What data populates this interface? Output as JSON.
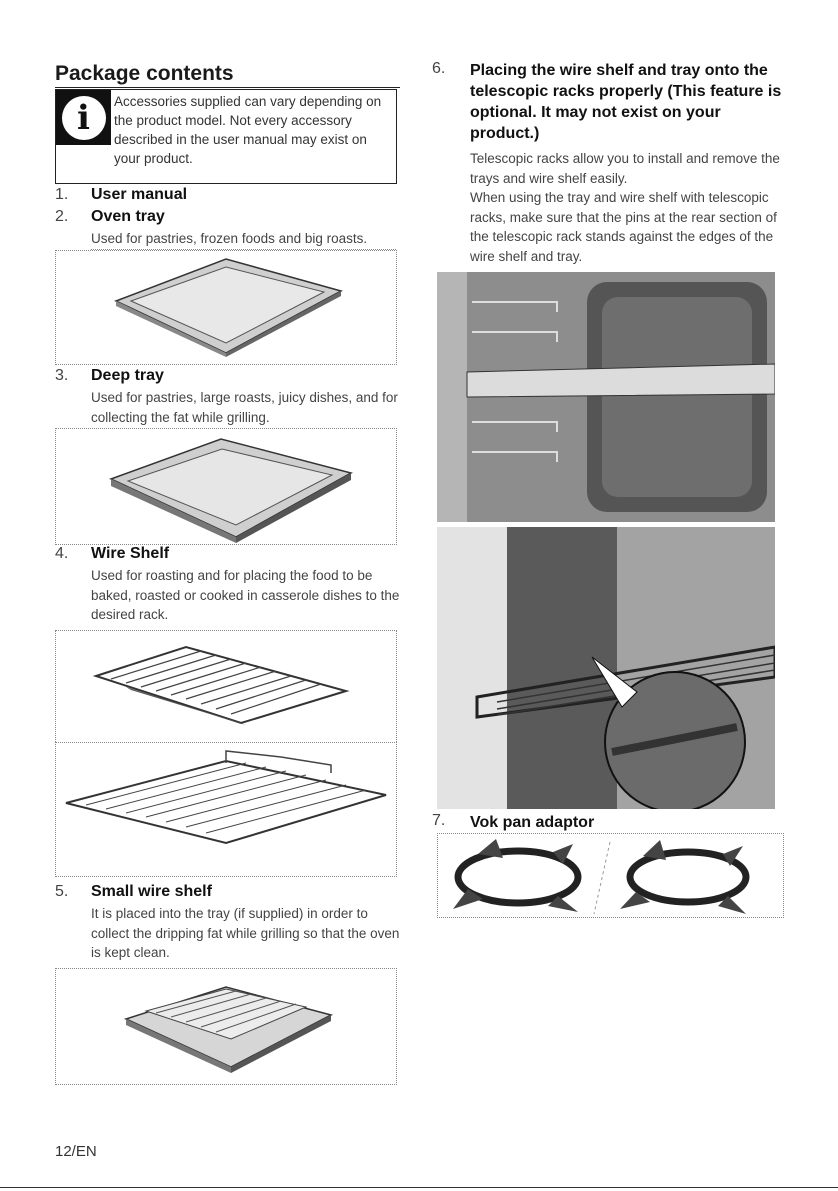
{
  "page": {
    "heading": "Package contents",
    "page_number": "12/EN"
  },
  "note": {
    "icon": "info-icon",
    "text": "Accessories supplied can vary depending on the product model. Not every accessory described in the user manual may exist on your product."
  },
  "items": [
    {
      "num": "1.",
      "title": "User manual",
      "desc": ""
    },
    {
      "num": "2.",
      "title": "Oven tray",
      "desc": "Used for pastries, frozen foods and big roasts."
    },
    {
      "num": "3.",
      "title": "Deep tray",
      "desc": "Used for pastries, large roasts, juicy dishes, and for collecting the fat while grilling."
    },
    {
      "num": "4.",
      "title": "Wire Shelf",
      "desc": "Used for roasting and for placing the food to be baked, roasted or cooked in casserole dishes to the desired rack."
    },
    {
      "num": "5.",
      "title": "Small wire shelf",
      "desc": "It is placed into the tray (if supplied) in order to collect the dripping fat while grilling so that the oven is kept clean."
    }
  ],
  "right_items": [
    {
      "num": "6.",
      "title": "Placing the wire shelf and tray onto the telescopic racks properly (This feature is optional. It may not exist on your product.)",
      "desc1": "Telescopic racks allow you to install and remove the trays and wire shelf easily.",
      "desc2": "When using the tray and wire shelf with telescopic racks, make sure that the pins at the rear section of the telescopic rack stands against the edges of the wire shelf and tray."
    },
    {
      "num": "7.",
      "title": "Vok pan adaptor"
    }
  ]
}
